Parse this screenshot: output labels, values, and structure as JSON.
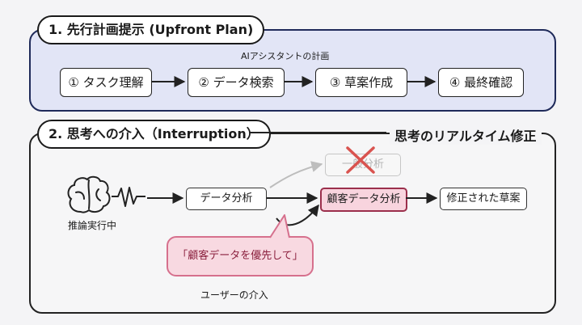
{
  "upfront": {
    "title": "1. 先行計画提示 (Upfront Plan)",
    "plan_label": "AIアシスタントの計画",
    "steps": [
      "① タスク理解",
      "② データ検索",
      "③ 草案作成",
      "④ 最終確認"
    ]
  },
  "interruption": {
    "title": "2. 思考への介入（Interruption）",
    "heading": "思考のリアルタイム修正",
    "running_label": "推論実行中",
    "node_data_analysis": "データ分析",
    "node_general_analysis": "一般分析",
    "node_customer_analysis": "顧客データ分析",
    "node_revised_draft": "修正された草案",
    "bubble_text": "「顧客データを優先して」",
    "intervention_label": "ユーザーの介入"
  },
  "colors": {
    "panel1_bg": "#e2e5f6",
    "accent_pink": "#f8d4de",
    "accent_red": "#d9534f",
    "navy": "#1f2a5a"
  }
}
